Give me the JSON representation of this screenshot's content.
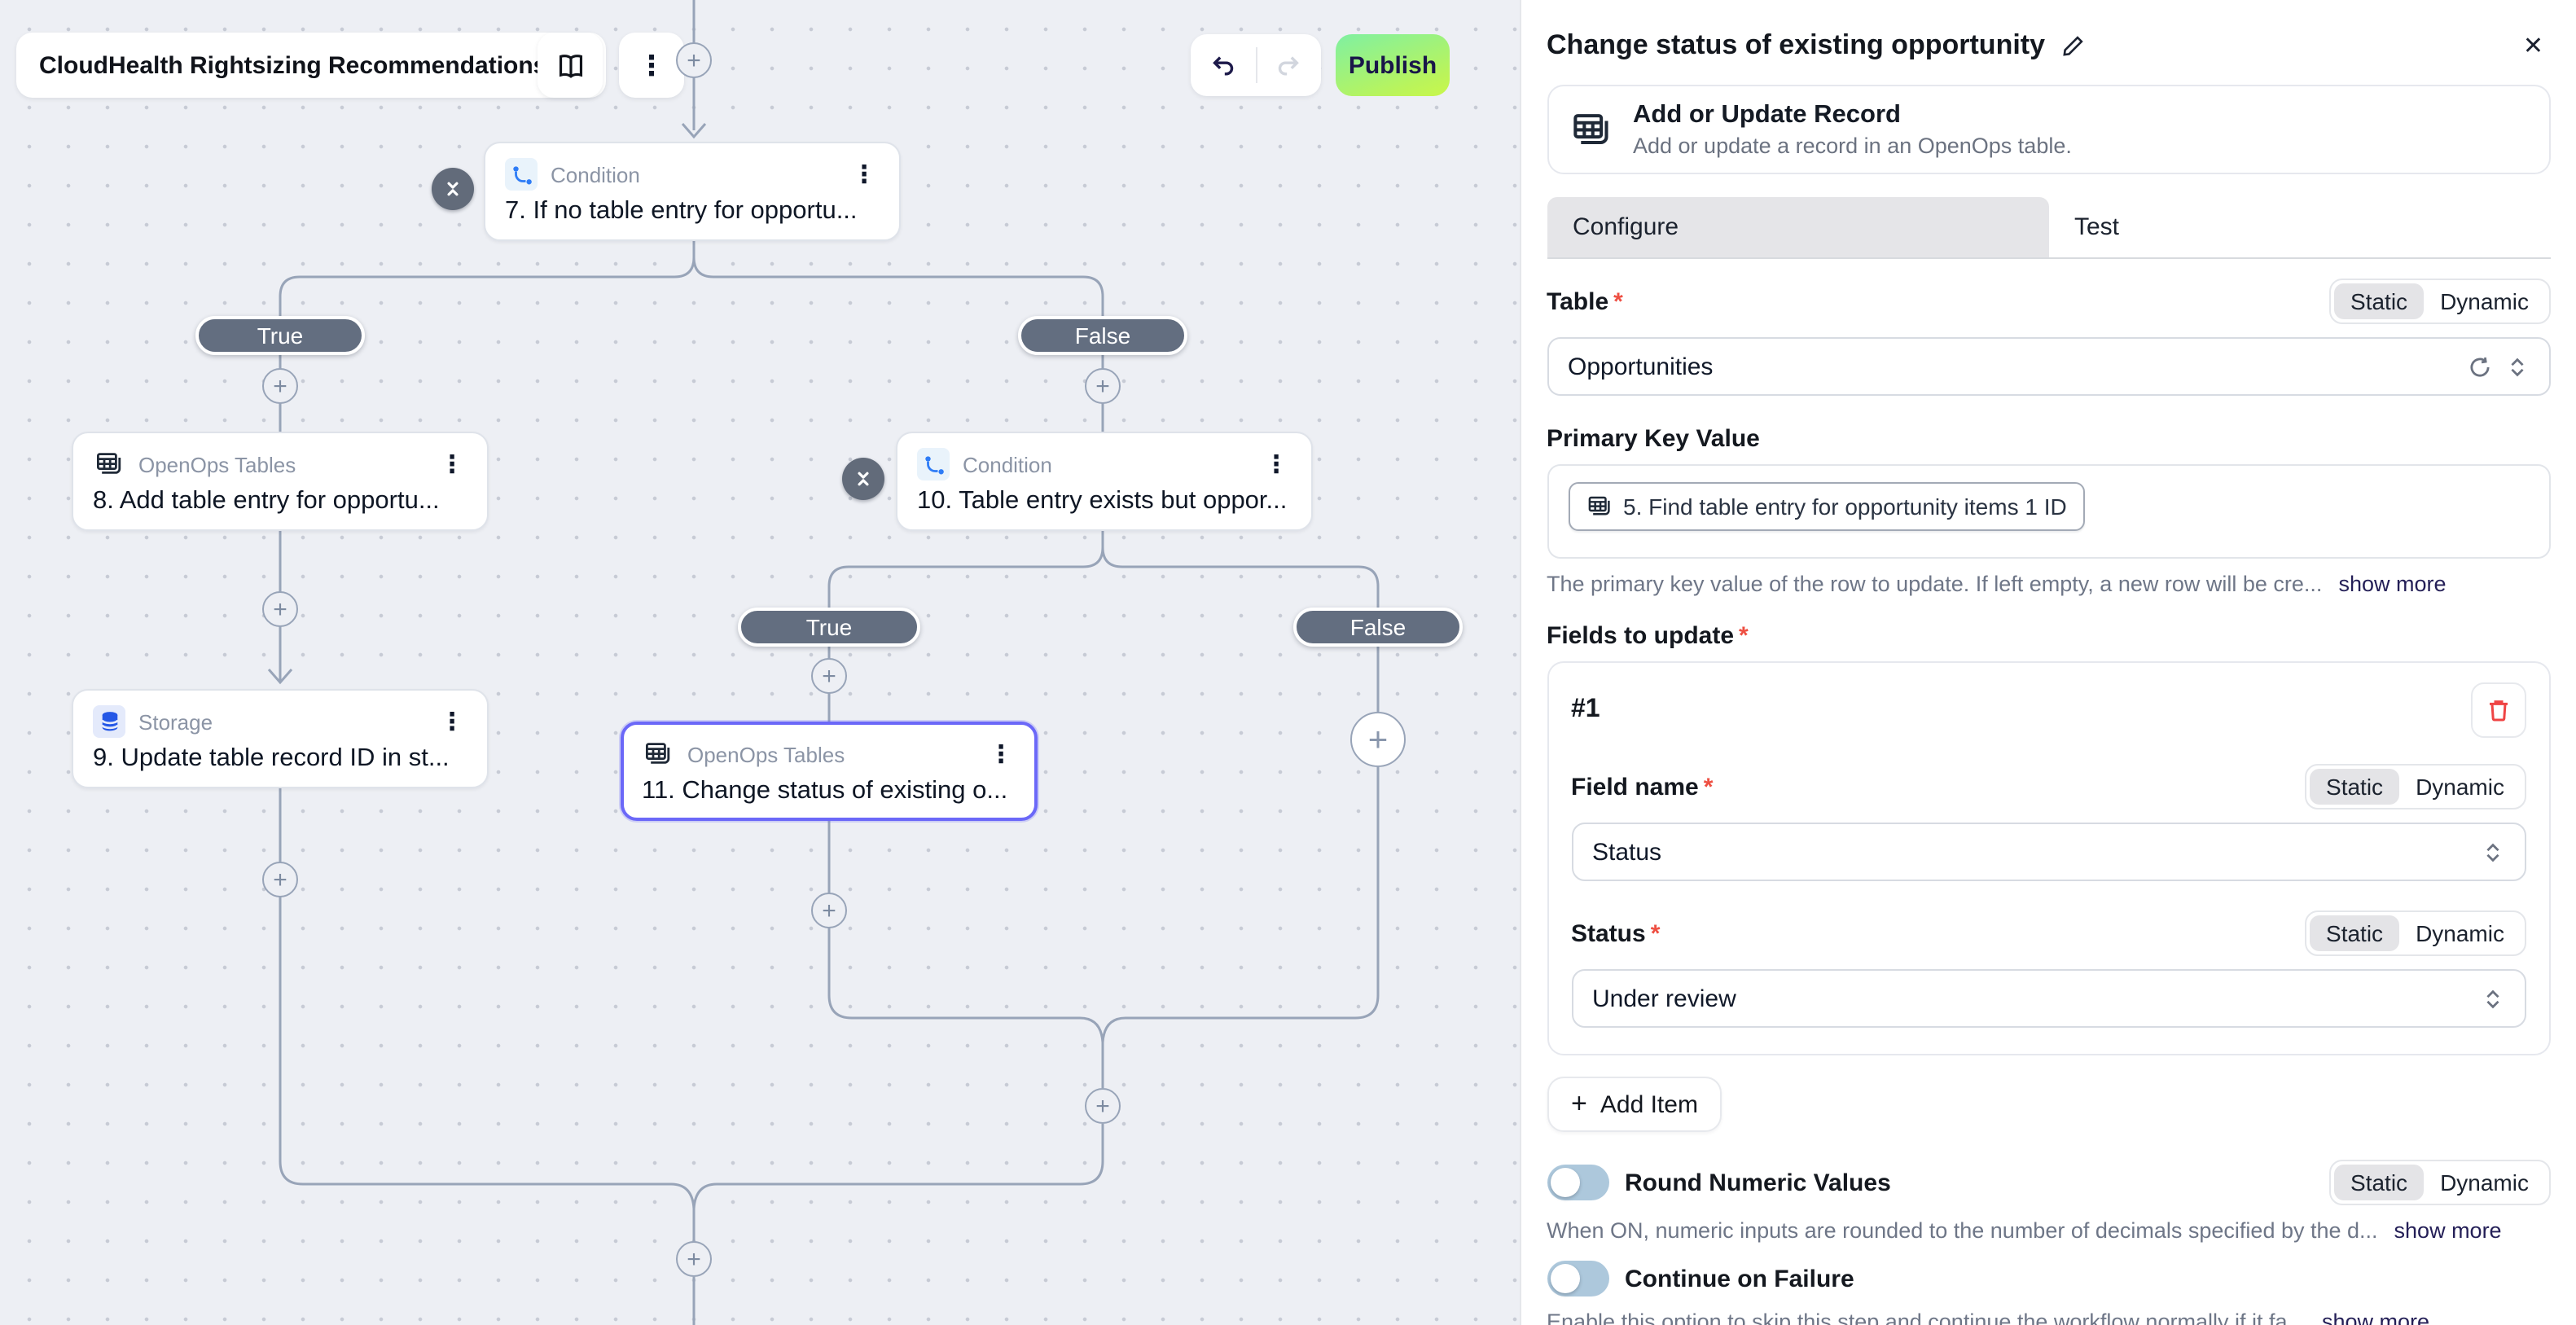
{
  "header": {
    "flow_name": "CloudHealth Rightsizing Recommendations",
    "publish": "Publish"
  },
  "modes": {
    "static": "Static",
    "dynamic": "Dynamic"
  },
  "canvas": {
    "nodes": [
      {
        "app": "Condition",
        "title": "7. If no table entry for opportu..."
      },
      {
        "app": "OpenOps Tables",
        "title": "8. Add table entry for opportu..."
      },
      {
        "app": "Storage",
        "title": "9. Update table record ID in st..."
      },
      {
        "app": "Condition",
        "title": "10. Table entry exists but oppor..."
      },
      {
        "app": "OpenOps Tables",
        "title": "11. Change status of existing o..."
      }
    ],
    "branch_labels": [
      "True",
      "False",
      "True",
      "False"
    ]
  },
  "panel": {
    "title": "Change status of existing opportunity",
    "action": {
      "name": "Add or Update Record",
      "description": "Add or update a record in an OpenOps table."
    },
    "tabs": {
      "configure": "Configure",
      "test": "Test"
    },
    "table": {
      "label": "Table",
      "value": "Opportunities"
    },
    "primary_key": {
      "label": "Primary Key Value",
      "token": "5. Find table entry for opportunity items 1 ID",
      "helper": "The primary key value of the row to update. If left empty, a new row will be cre...",
      "show_more": "show more"
    },
    "fields_to_update": {
      "label": "Fields to update",
      "item_label": "#1",
      "field_name": {
        "label": "Field name",
        "value": "Status"
      },
      "status": {
        "label": "Status",
        "value": "Under review"
      },
      "add_item": "Add Item"
    },
    "round_numeric": {
      "label": "Round Numeric Values",
      "helper": "When ON, numeric inputs are rounded to the number of decimals specified by the d...",
      "show_more": "show more"
    },
    "continue_on_failure": {
      "label": "Continue on Failure",
      "helper": "Enable this option to skip this step and continue the workflow normally if it fa...",
      "show_more": "show more"
    }
  }
}
